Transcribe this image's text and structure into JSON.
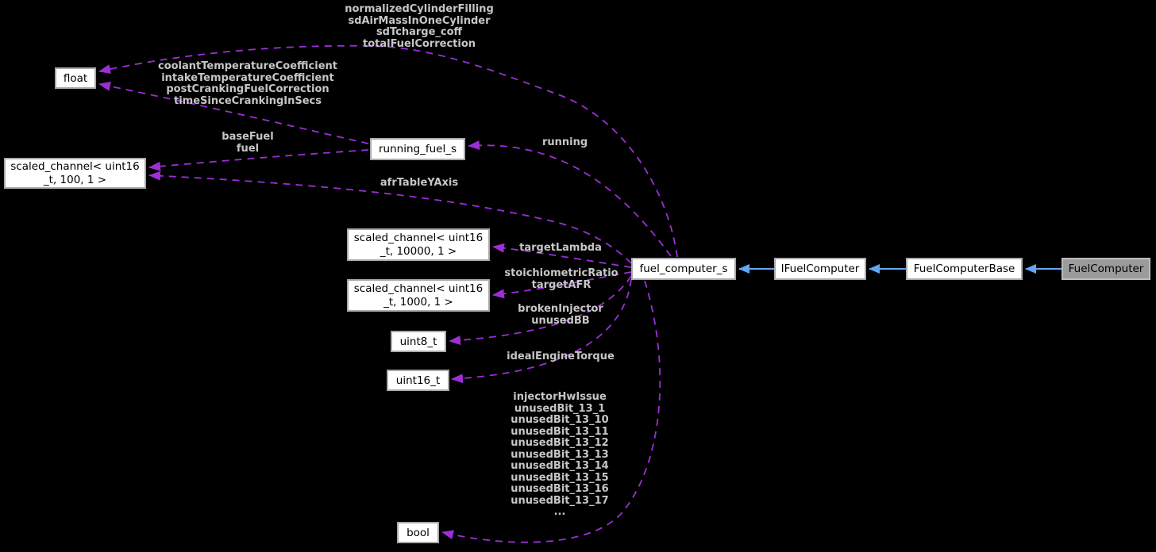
{
  "diagram_type": "doxygen-collaboration-graph",
  "colors": {
    "background": "#000000",
    "usage_edge": "#9c2fd6",
    "inheritance_edge": "#61a7f2",
    "node_fill": "#ffffff",
    "node_border": "#a9a9ad",
    "highlight_node_fill": "#9b9b9b",
    "edge_label_text": "#c6c6c6",
    "node_text": "#000000"
  },
  "nodes": {
    "float": {
      "label": "float"
    },
    "scaled_100": {
      "line1": "scaled_channel< uint16",
      "line2": "_t, 100, 1 >"
    },
    "running_fuel_s": {
      "label": "running_fuel_s"
    },
    "scaled_10000": {
      "line1": "scaled_channel< uint16",
      "line2": "_t, 10000, 1 >"
    },
    "scaled_1000": {
      "line1": "scaled_channel< uint16",
      "line2": "_t, 1000, 1 >"
    },
    "uint8_t": {
      "label": "uint8_t"
    },
    "uint16_t": {
      "label": "uint16_t"
    },
    "bool": {
      "label": "bool"
    },
    "fuel_computer_s": {
      "label": "fuel_computer_s"
    },
    "ifuelcomputer": {
      "label": "IFuelComputer"
    },
    "fuelcomputerbase": {
      "label": "FuelComputerBase"
    },
    "fuelcomputer": {
      "label": "FuelComputer"
    }
  },
  "edge_labels": {
    "fuel_computer_to_float": {
      "lines": [
        "normalizedCylinderFilling",
        "sdAirMassInOneCylinder",
        "sdTcharge_coff",
        "totalFuelCorrection"
      ]
    },
    "running_to_float": {
      "lines": [
        "coolantTemperatureCoefficient",
        "intakeTemperatureCoefficient",
        "postCrankingFuelCorrection",
        "timeSinceCrankingInSecs"
      ]
    },
    "running_to_scaled100": {
      "lines": [
        "baseFuel",
        "fuel"
      ]
    },
    "running": "running",
    "afr_table": "afrTableYAxis",
    "target_lambda": "targetLambda",
    "stoich": {
      "lines": [
        "stoichiometricRatio",
        "targetAFR"
      ]
    },
    "broken_injector": {
      "lines": [
        "brokenInjector",
        "unusedBB"
      ]
    },
    "ideal_engine_torque": "idealEngineTorque",
    "bool_bits": {
      "lines": [
        "injectorHwIssue",
        "unusedBit_13_1",
        "unusedBit_13_10",
        "unusedBit_13_11",
        "unusedBit_13_12",
        "unusedBit_13_13",
        "unusedBit_13_14",
        "unusedBit_13_15",
        "unusedBit_13_16",
        "unusedBit_13_17",
        "..."
      ]
    }
  }
}
